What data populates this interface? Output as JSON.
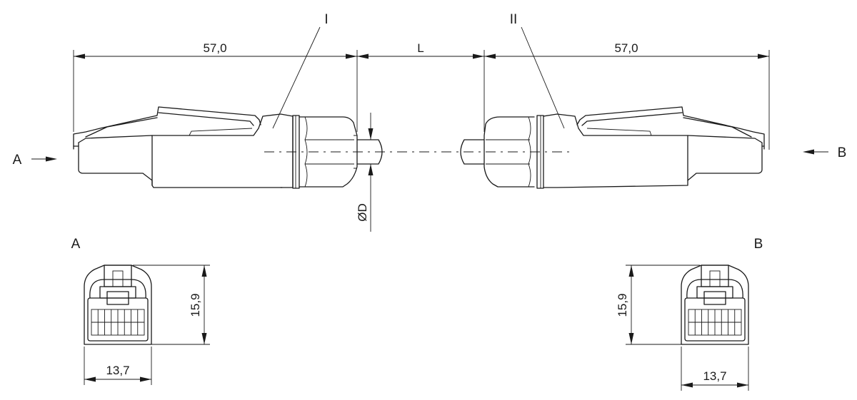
{
  "labels": {
    "detail_1": "I",
    "detail_2": "II",
    "view_a_arrow": "A",
    "view_b_arrow": "B",
    "view_a_title": "A",
    "view_b_title": "B"
  },
  "dimensions": {
    "left_plug_length": "57,0",
    "cable_length": "L",
    "right_plug_length": "57,0",
    "cable_diameter": "ØD",
    "view_a_height": "15,9",
    "view_a_width": "13,7",
    "view_b_height": "15,9",
    "view_b_width": "13,7"
  }
}
